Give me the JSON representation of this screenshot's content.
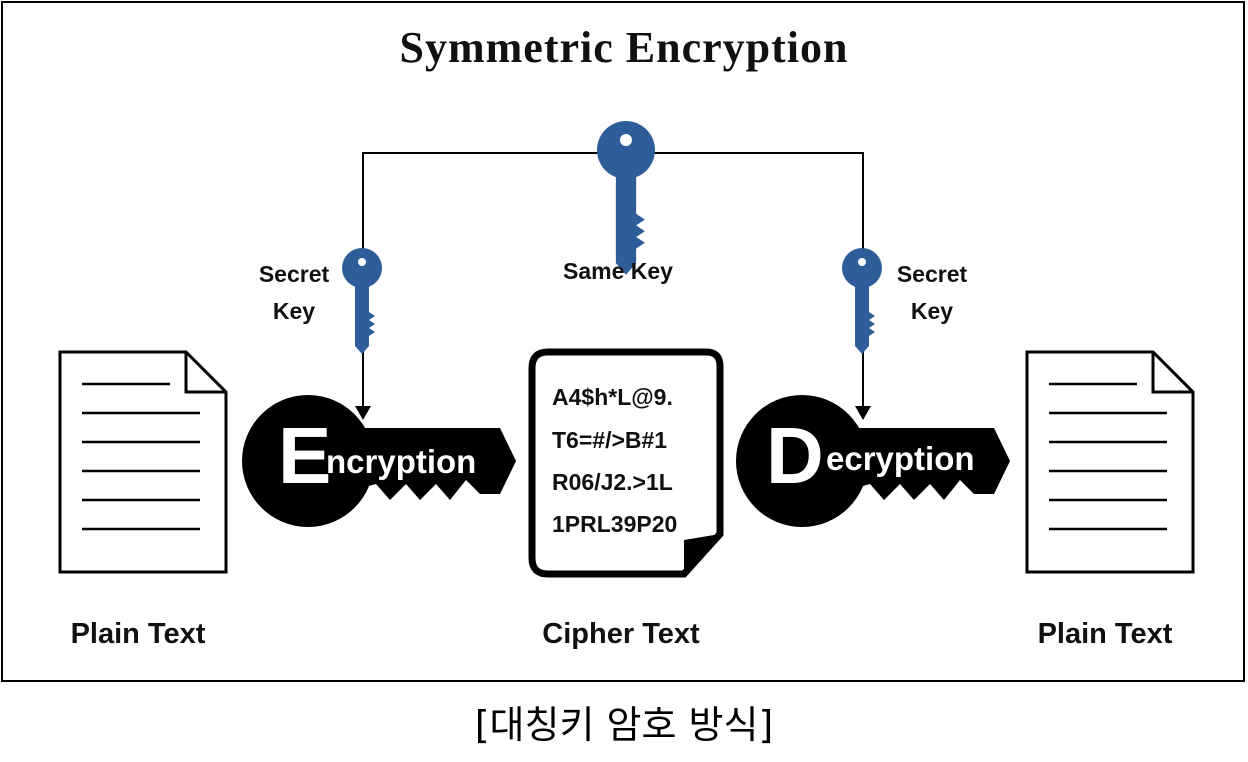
{
  "title": "Symmetric Encryption",
  "labels": {
    "secret_key_left": [
      "Secret",
      "Key"
    ],
    "same_key": "Same Key",
    "secret_key_right": [
      "Secret",
      "Key"
    ],
    "plain_text_left": "Plain Text",
    "cipher_text": "Cipher Text",
    "plain_text_right": "Plain Text"
  },
  "cipher_lines": [
    "A4$h*L@9.",
    "T6=#/>B#1",
    "R06/J2.>1L",
    "1PRL39P20"
  ],
  "encryption": {
    "initial": "E",
    "rest": "ncryption"
  },
  "decryption": {
    "initial": "D",
    "rest": "ecryption"
  },
  "caption": "[대칭키 암호 방식]",
  "colors": {
    "key_blue": "#2e5d9a",
    "black": "#000000"
  },
  "icons": [
    "key-icon",
    "document-icon",
    "cipher-document-icon",
    "arrow-down-icon"
  ]
}
